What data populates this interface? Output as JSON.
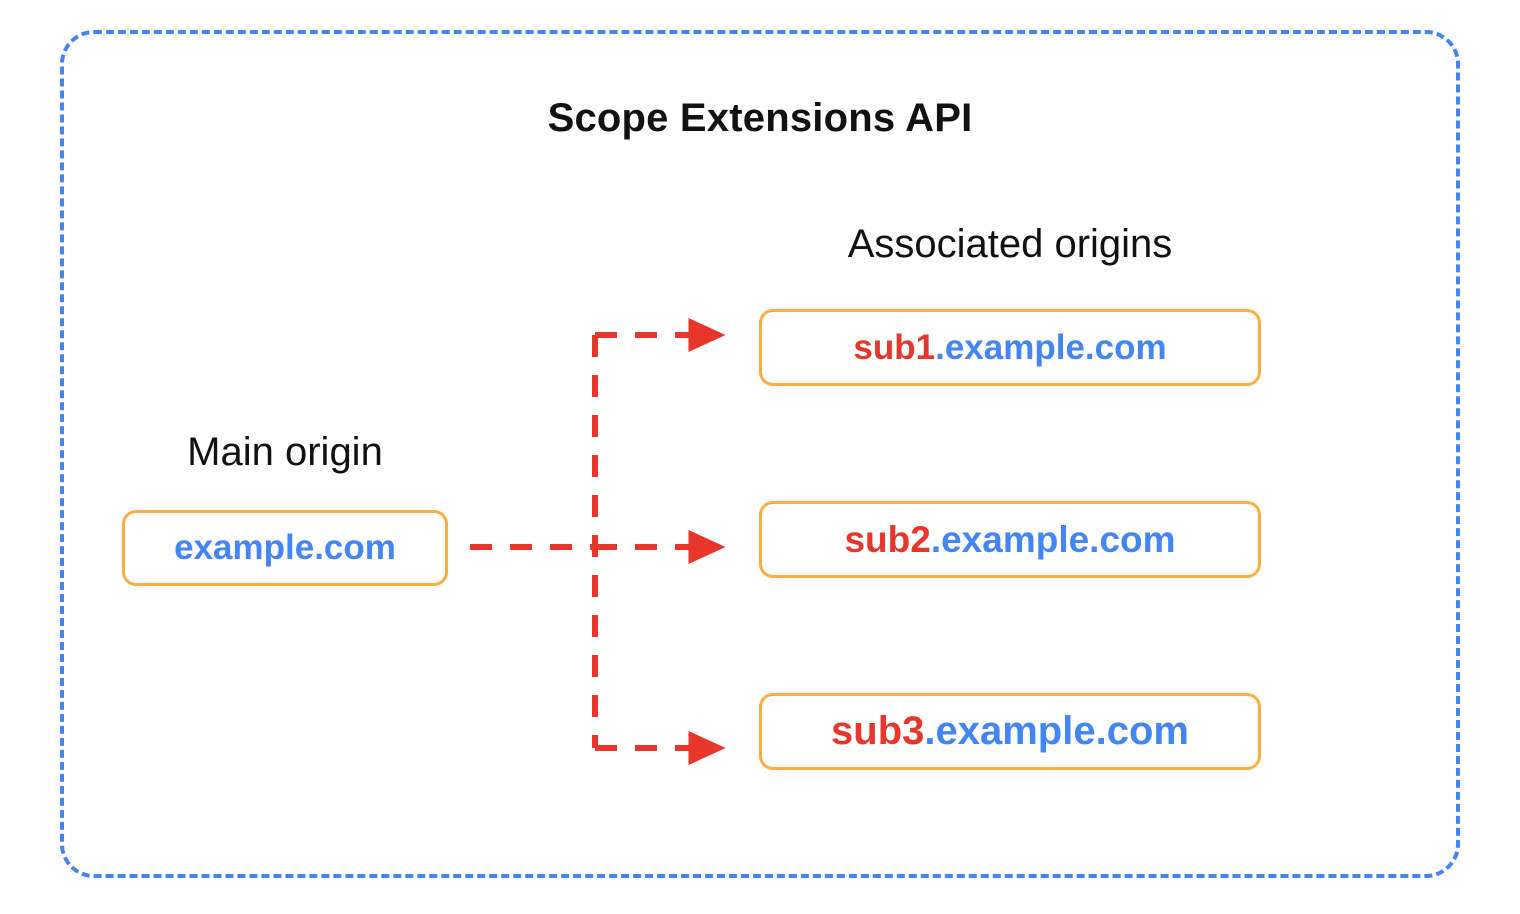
{
  "diagram": {
    "title": "Scope Extensions API",
    "frame": {
      "style": "dashed",
      "color": "#4285f4"
    },
    "main_origin": {
      "label": "Main origin",
      "box": {
        "sub": "",
        "domain": "example.com",
        "border_color": "#fbad41",
        "domain_color": "#4285f4"
      }
    },
    "associated_origins": {
      "label": "Associated origins",
      "boxes": [
        {
          "sub": "sub1",
          "domain": ".example.com",
          "border_color": "#fbad41",
          "sub_color": "#e8372a",
          "domain_color": "#4285f4"
        },
        {
          "sub": "sub2",
          "domain": ".example.com",
          "border_color": "#fbad41",
          "sub_color": "#e8372a",
          "domain_color": "#4285f4"
        },
        {
          "sub": "sub3",
          "domain": ".example.com",
          "border_color": "#fbad41",
          "sub_color": "#e8372a",
          "domain_color": "#4285f4"
        }
      ]
    },
    "connectors": {
      "style": "dashed-arrow",
      "color": "#e8372a",
      "count": 3,
      "description": "Main origin branches to each associated origin"
    }
  }
}
